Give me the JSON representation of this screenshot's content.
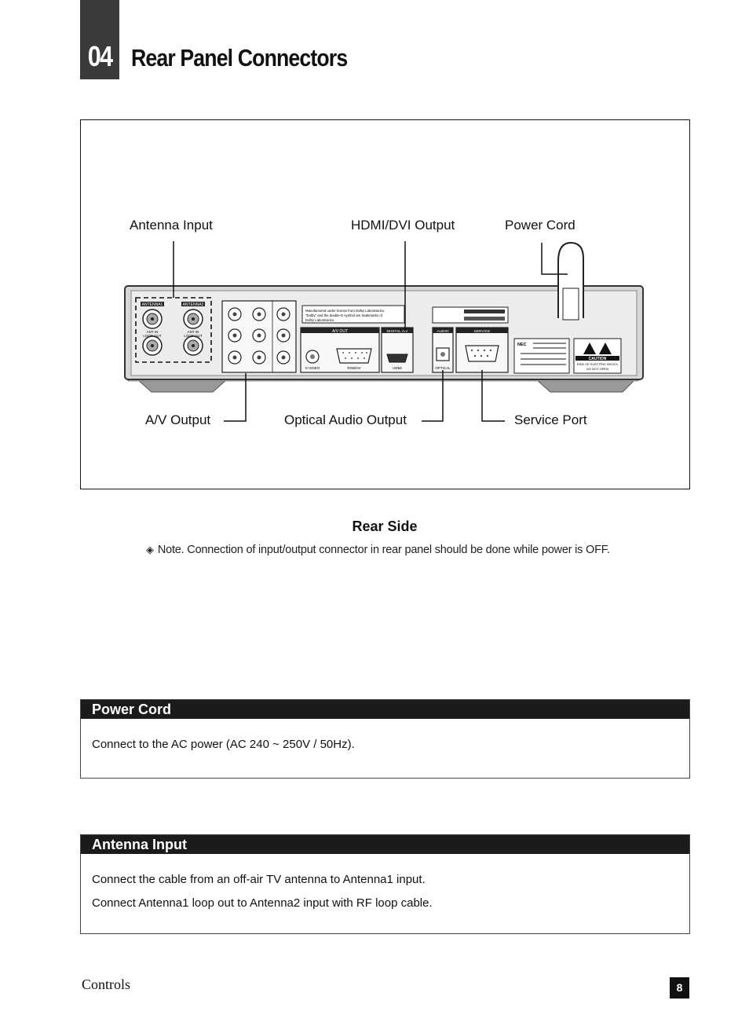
{
  "header": {
    "chapter_number": "04",
    "title": "Rear Panel Connectors"
  },
  "diagram": {
    "callouts": {
      "antenna_input": "Antenna Input",
      "hdmi_dvi_output": "HDMI/DVI Output",
      "power_cord": "Power Cord",
      "av_output": "A/V Output",
      "optical_audio_output": "Optical Audio Output",
      "service_port": "Service Port"
    },
    "panel_labels": {
      "antenna1": "ANTENNA1",
      "antenna2": "ANTENNA2",
      "ant_in": "ANT IN",
      "loop_out": "LOOP OUT",
      "av_out": "A/V OUT",
      "digital_av": "DIGITAL A/V",
      "audio": "AUDIO",
      "service": "SERVICE",
      "s_video": "S-VIDEO",
      "rgb_hv": "RGB/HV",
      "hdmi": "HDMI",
      "optical": "OPTICAL",
      "caution": "CAUTION",
      "risk": "RISK OF ELECTRIC SHOCK",
      "do_not_open": "DO NOT OPEN",
      "dolby_note": "Manufactured under license from Dolby Laboratories. \"Dolby\" and the double-D symbol are trademarks of Dolby Laboratories.",
      "brand": "NEC"
    },
    "caption": "Rear Side",
    "note": "Note.  Connection of input/output connector in rear panel should be done while power is OFF."
  },
  "sections": [
    {
      "title": "Power Cord",
      "lines": [
        "Connect to the AC power (AC 240 ~ 250V / 50Hz)."
      ]
    },
    {
      "title": "Antenna Input",
      "lines": [
        "Connect the cable from an off-air TV antenna to Antenna1 input.",
        "Connect Antenna1 loop out to Antenna2 input with RF loop cable."
      ]
    }
  ],
  "footer": {
    "label": "Controls",
    "page_number": "8"
  }
}
